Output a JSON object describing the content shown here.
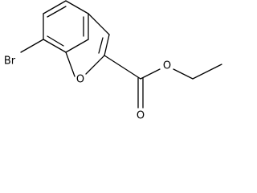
{
  "molecule": {
    "atoms": {
      "bromine": "Br",
      "ring_oxygen": "O",
      "carbonyl_oxygen": "O",
      "ester_oxygen": "O"
    },
    "line_color": "#000000",
    "background": "#ffffff"
  }
}
